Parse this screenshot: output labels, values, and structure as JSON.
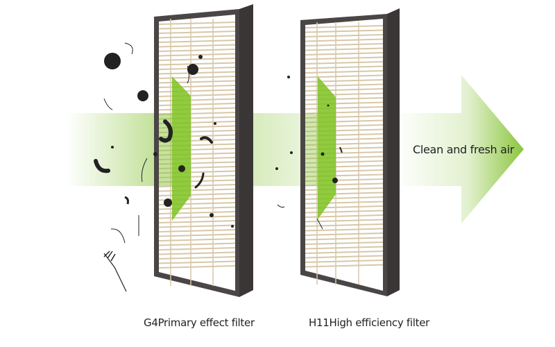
{
  "arrow": {
    "label": "Clean and fresh air",
    "color": "#8cc63f"
  },
  "filters": [
    {
      "label": "G4Primary effect filter"
    },
    {
      "label": "H11High efficiency filter"
    }
  ],
  "colors": {
    "frame": "#4a4646",
    "frame_side": "#3a3636",
    "pleat": "#d6c7a8",
    "green": "#7cc21e"
  }
}
